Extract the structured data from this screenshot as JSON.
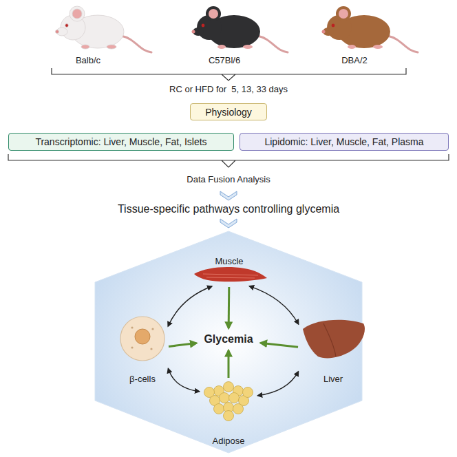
{
  "diagram": {
    "nodes": [
      {
        "text": [
          "Physiology"
        ]
      },
      {
        "text": [
          "Transcriptomic: Liver, Muscle, Fat, Islets"
        ]
      },
      {
        "text": [
          "Lipidomic: Liver, Muscle, Fat, Plasma"
        ]
      },
      {
        "text": [
          "Muscle"
        ]
      },
      {
        "text": [
          "β-cells"
        ]
      },
      {
        "text": [
          "Glycemia"
        ]
      },
      {
        "text": [
          "Liver"
        ]
      },
      {
        "text": [
          "Adipose"
        ]
      }
    ],
    "edges": [
      {
        "from": 3,
        "to": 5,
        "arrow": "to"
      },
      {
        "from": 4,
        "to": 5,
        "arrow": "to"
      },
      {
        "from": 6,
        "to": 5,
        "arrow": "to"
      },
      {
        "from": 7,
        "to": 5,
        "arrow": "to"
      },
      {
        "from": 3,
        "to": 4,
        "arrow": "both"
      },
      {
        "from": 3,
        "to": 6,
        "arrow": "both"
      },
      {
        "from": 4,
        "to": 7,
        "arrow": "both"
      },
      {
        "from": 7,
        "to": 6,
        "arrow": "both"
      }
    ],
    "labels": [
      "Balb/c",
      "C57Bl/6",
      "DBA/2",
      "RC or HFD for  5, 13, 33 days",
      "Data Fusion Analysis",
      "Tissue-specific pathways controlling glycemia"
    ]
  }
}
